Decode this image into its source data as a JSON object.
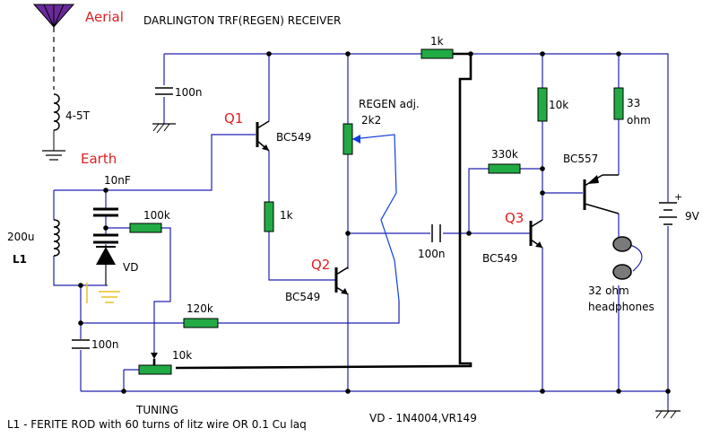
{
  "title": "DARLINGTON TRF(REGEN) RECEIVER",
  "colors": {
    "wire": "#2020b0",
    "thick_wire": "#000000",
    "resistor": "#22aa44",
    "label_red": "#e02020",
    "aerial": "#6a2a9a",
    "ground_mark": "#e8c020",
    "feedback_wire": "#1040e0"
  },
  "labels": {
    "aerial": "Aerial",
    "earth": "Earth",
    "aerial_coil": "4-5T",
    "cap_top": "100n",
    "cap_10nf": "10nF",
    "coil": "200u",
    "coil_id": "L1",
    "r_100k": "100k",
    "diode": "VD",
    "r_120k": "120k",
    "cap_bottom": "100n",
    "pot_tuning": "10k",
    "tuning": "TUNING",
    "q1": "Q1",
    "q1_type": "BC549",
    "r_1k_mid": "1k",
    "q2": "Q2",
    "q2_type": "BC549",
    "regen": "REGEN adj.",
    "regen_value": "2k2",
    "r_1k_top": "1k",
    "cap_coupling": "100n",
    "r_330k": "330k",
    "r_10k": "10k",
    "q3": "Q3",
    "q3_type": "BC549",
    "q4_type": "BC557",
    "r_33": "33",
    "r_33_unit": "ohm",
    "battery": "9V",
    "battery_plus": "+",
    "phones": "32 ohm",
    "phones_2": "headphones"
  },
  "notes": {
    "l1": "L1 - FERITE ROD with 60 turns of litz wire OR 0.1 Cu laq",
    "vd": "VD - 1N4004,VR149"
  }
}
